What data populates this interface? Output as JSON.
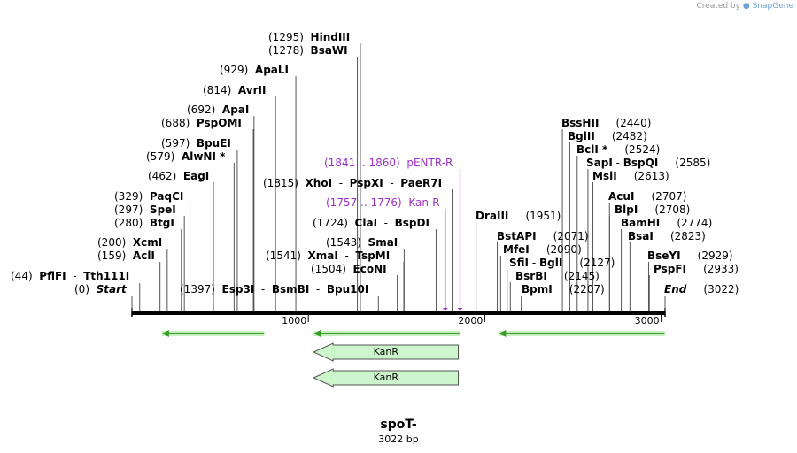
{
  "watermark": {
    "prefix": "Created by",
    "brand": "SnapGene"
  },
  "plasmid": {
    "name": "spoT-",
    "size_label": "3022 bp",
    "length": 3022
  },
  "ruler": {
    "ticks": [
      {
        "label": "1000",
        "pos": 1000
      },
      {
        "label": "2000",
        "pos": 2000
      },
      {
        "label": "3000",
        "pos": 3000
      }
    ]
  },
  "sites": [
    {
      "pos_label": "(44)",
      "name": "PflFI",
      "extra": [
        "Tth111I"
      ],
      "pos": 44
    },
    {
      "pos_label": "(0)",
      "name": "Start",
      "pos": 0,
      "italic": true
    },
    {
      "pos_label": "(159)",
      "name": "AclI",
      "pos": 159
    },
    {
      "pos_label": "(200)",
      "name": "XcmI",
      "pos": 200
    },
    {
      "pos_label": "(280)",
      "name": "BtgI",
      "pos": 280
    },
    {
      "pos_label": "(297)",
      "name": "SpeI",
      "pos": 297
    },
    {
      "pos_label": "(329)",
      "name": "PaqCI",
      "pos": 329
    },
    {
      "pos_label": "(462)",
      "name": "EagI",
      "pos": 462
    },
    {
      "pos_label": "(579)",
      "name": "AlwNI *",
      "pos": 579
    },
    {
      "pos_label": "(597)",
      "name": "BpuEI",
      "pos": 597
    },
    {
      "pos_label": "(688)",
      "name": "PspOMI",
      "pos": 688
    },
    {
      "pos_label": "(692)",
      "name": "ApaI",
      "pos": 692
    },
    {
      "pos_label": "(814)",
      "name": "AvrII",
      "pos": 814
    },
    {
      "pos_label": "(929)",
      "name": "ApaLI",
      "pos": 929
    },
    {
      "pos_label": "(1278)",
      "name": "BsaWI",
      "pos": 1278
    },
    {
      "pos_label": "(1295)",
      "name": "HindIII",
      "pos": 1295
    },
    {
      "pos_label": "(1397)",
      "name": "Esp3I",
      "extra": [
        "BsmBI",
        "Bpu10I"
      ],
      "pos": 1397
    },
    {
      "pos_label": "(1504)",
      "name": "EcoNI",
      "pos": 1504
    },
    {
      "pos_label": "(1541)",
      "name": "XmaI",
      "extra": [
        "TspMI"
      ],
      "pos": 1541
    },
    {
      "pos_label": "(1543)",
      "name": "SmaI",
      "pos": 1543
    },
    {
      "pos_label": "(1724)",
      "name": "ClaI",
      "extra": [
        "BspDI"
      ],
      "pos": 1724
    },
    {
      "pos_label": "(1815)",
      "name": "XhoI",
      "extra": [
        "PspXI",
        "PaeR7I"
      ],
      "pos": 1815
    },
    {
      "pos_label": "(1951)",
      "name": "DraIII",
      "pos": 1951,
      "pos_after": true
    },
    {
      "pos_label": "(2071)",
      "name": "BstAPI",
      "pos": 2071,
      "pos_after": true
    },
    {
      "pos_label": "(2090)",
      "name": "MfeI",
      "pos": 2090,
      "pos_after": true
    },
    {
      "pos_label": "(2127)",
      "name": "SfiI",
      "extra": [
        "BglI"
      ],
      "pos": 2127,
      "pos_after": true
    },
    {
      "pos_label": "(2145)",
      "name": "BsrBI",
      "pos": 2145,
      "pos_after": true
    },
    {
      "pos_label": "(2207)",
      "name": "BpmI",
      "pos": 2207,
      "pos_after": true
    },
    {
      "pos_label": "(2440)",
      "name": "BssHII",
      "pos": 2440,
      "pos_after": true
    },
    {
      "pos_label": "(2482)",
      "name": "BglII",
      "pos": 2482,
      "pos_after": true
    },
    {
      "pos_label": "(2524)",
      "name": "BclI *",
      "pos": 2524,
      "pos_after": true
    },
    {
      "pos_label": "(2585)",
      "name": "SapI",
      "extra": [
        "BspQI"
      ],
      "pos": 2585,
      "pos_after": true
    },
    {
      "pos_label": "(2613)",
      "name": "MslI",
      "pos": 2613,
      "pos_after": true
    },
    {
      "pos_label": "(2707)",
      "name": "AcuI",
      "pos": 2707,
      "pos_after": true
    },
    {
      "pos_label": "(2708)",
      "name": "BlpI",
      "pos": 2708,
      "pos_after": true
    },
    {
      "pos_label": "(2774)",
      "name": "BamHI",
      "pos": 2774,
      "pos_after": true
    },
    {
      "pos_label": "(2823)",
      "name": "BsaI",
      "pos": 2823,
      "pos_after": true
    },
    {
      "pos_label": "(2929)",
      "name": "BseYI",
      "pos": 2929,
      "pos_after": true
    },
    {
      "pos_label": "(2933)",
      "name": "PspFI",
      "pos": 2933,
      "pos_after": true
    },
    {
      "pos_label": "(3022)",
      "name": "End",
      "pos": 3022,
      "pos_after": true,
      "italic": true
    }
  ],
  "primers": [
    {
      "range": "(1841 .. 1860)",
      "name": "pENTR-R",
      "pos": 1860
    },
    {
      "range": "(1757 .. 1776)",
      "name": "Kan-R",
      "pos": 1776
    }
  ],
  "features": [
    {
      "label": "KanR",
      "start": 1030,
      "end": 1850,
      "direction": "reverse"
    },
    {
      "label": "KanR",
      "start": 1030,
      "end": 1850,
      "direction": "reverse"
    }
  ],
  "orf_arrows": [
    {
      "start": 170,
      "end": 750
    },
    {
      "start": 1030,
      "end": 1860
    },
    {
      "start": 2080,
      "end": 3020
    }
  ],
  "colors": {
    "backbone": "#000000",
    "primer": "#9b30c8",
    "feature_fill": "#ccf5cc",
    "feature_stroke": "#555555",
    "orf": "#3a9a2a"
  }
}
